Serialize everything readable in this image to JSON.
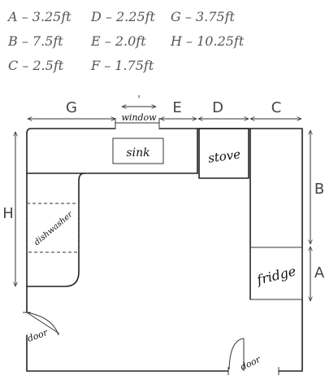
{
  "legend": [
    [
      "A – 3.25ft",
      "D – 2.25ft",
      "G – 3.75ft"
    ],
    [
      "B – 7.5ft",
      "E – 2.0ft",
      "H – 10.25ft"
    ],
    [
      "C – 2.5ft",
      "F – 1.75ft"
    ]
  ],
  "dimensions": {
    "G": "G",
    "E": "E",
    "D": "D",
    "C": "C",
    "B": "B",
    "A": "A",
    "H": "H",
    "window_mark": "'"
  },
  "labels": {
    "window": "window",
    "sink": "sink",
    "stove": "stove",
    "dishwasher": "dishwasher",
    "fridge": "fridge",
    "door_left": "door",
    "door_bottom": "door"
  }
}
